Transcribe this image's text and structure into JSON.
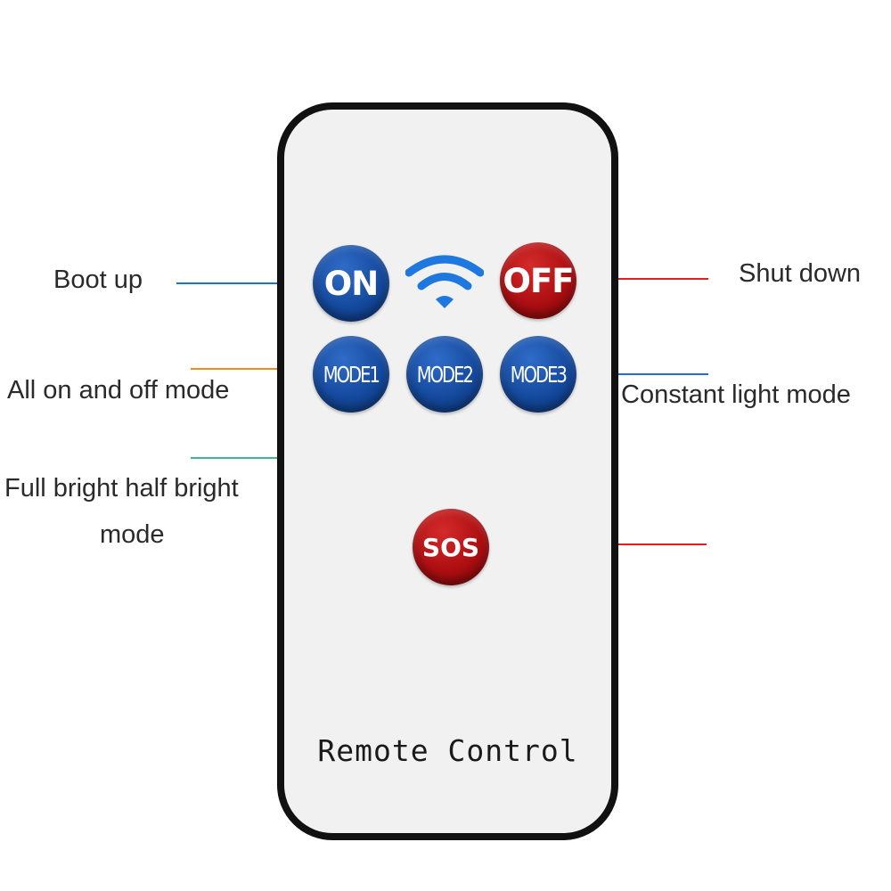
{
  "remote": {
    "title": "Remote Control",
    "signal_icon": "wifi-icon",
    "buttons": {
      "on": "ON",
      "off": "OFF",
      "mode1": "MODE1",
      "mode2": "MODE2",
      "mode3": "MODE3",
      "sos": "SOS"
    }
  },
  "labels": {
    "boot_up": "Boot up",
    "shut_down": "Shut down",
    "all_on_off": "All on and off mode",
    "constant_light": "Constant light mode",
    "full_bright_line1": "Full bright half bright",
    "full_bright_line2": "mode"
  },
  "colors": {
    "button_blue": "#154a9e",
    "button_red": "#ad0f12",
    "leader_blue": "#1e6fd6",
    "leader_red": "#e32020",
    "leader_orange": "#f08c1e",
    "leader_green": "#3cb88a"
  }
}
